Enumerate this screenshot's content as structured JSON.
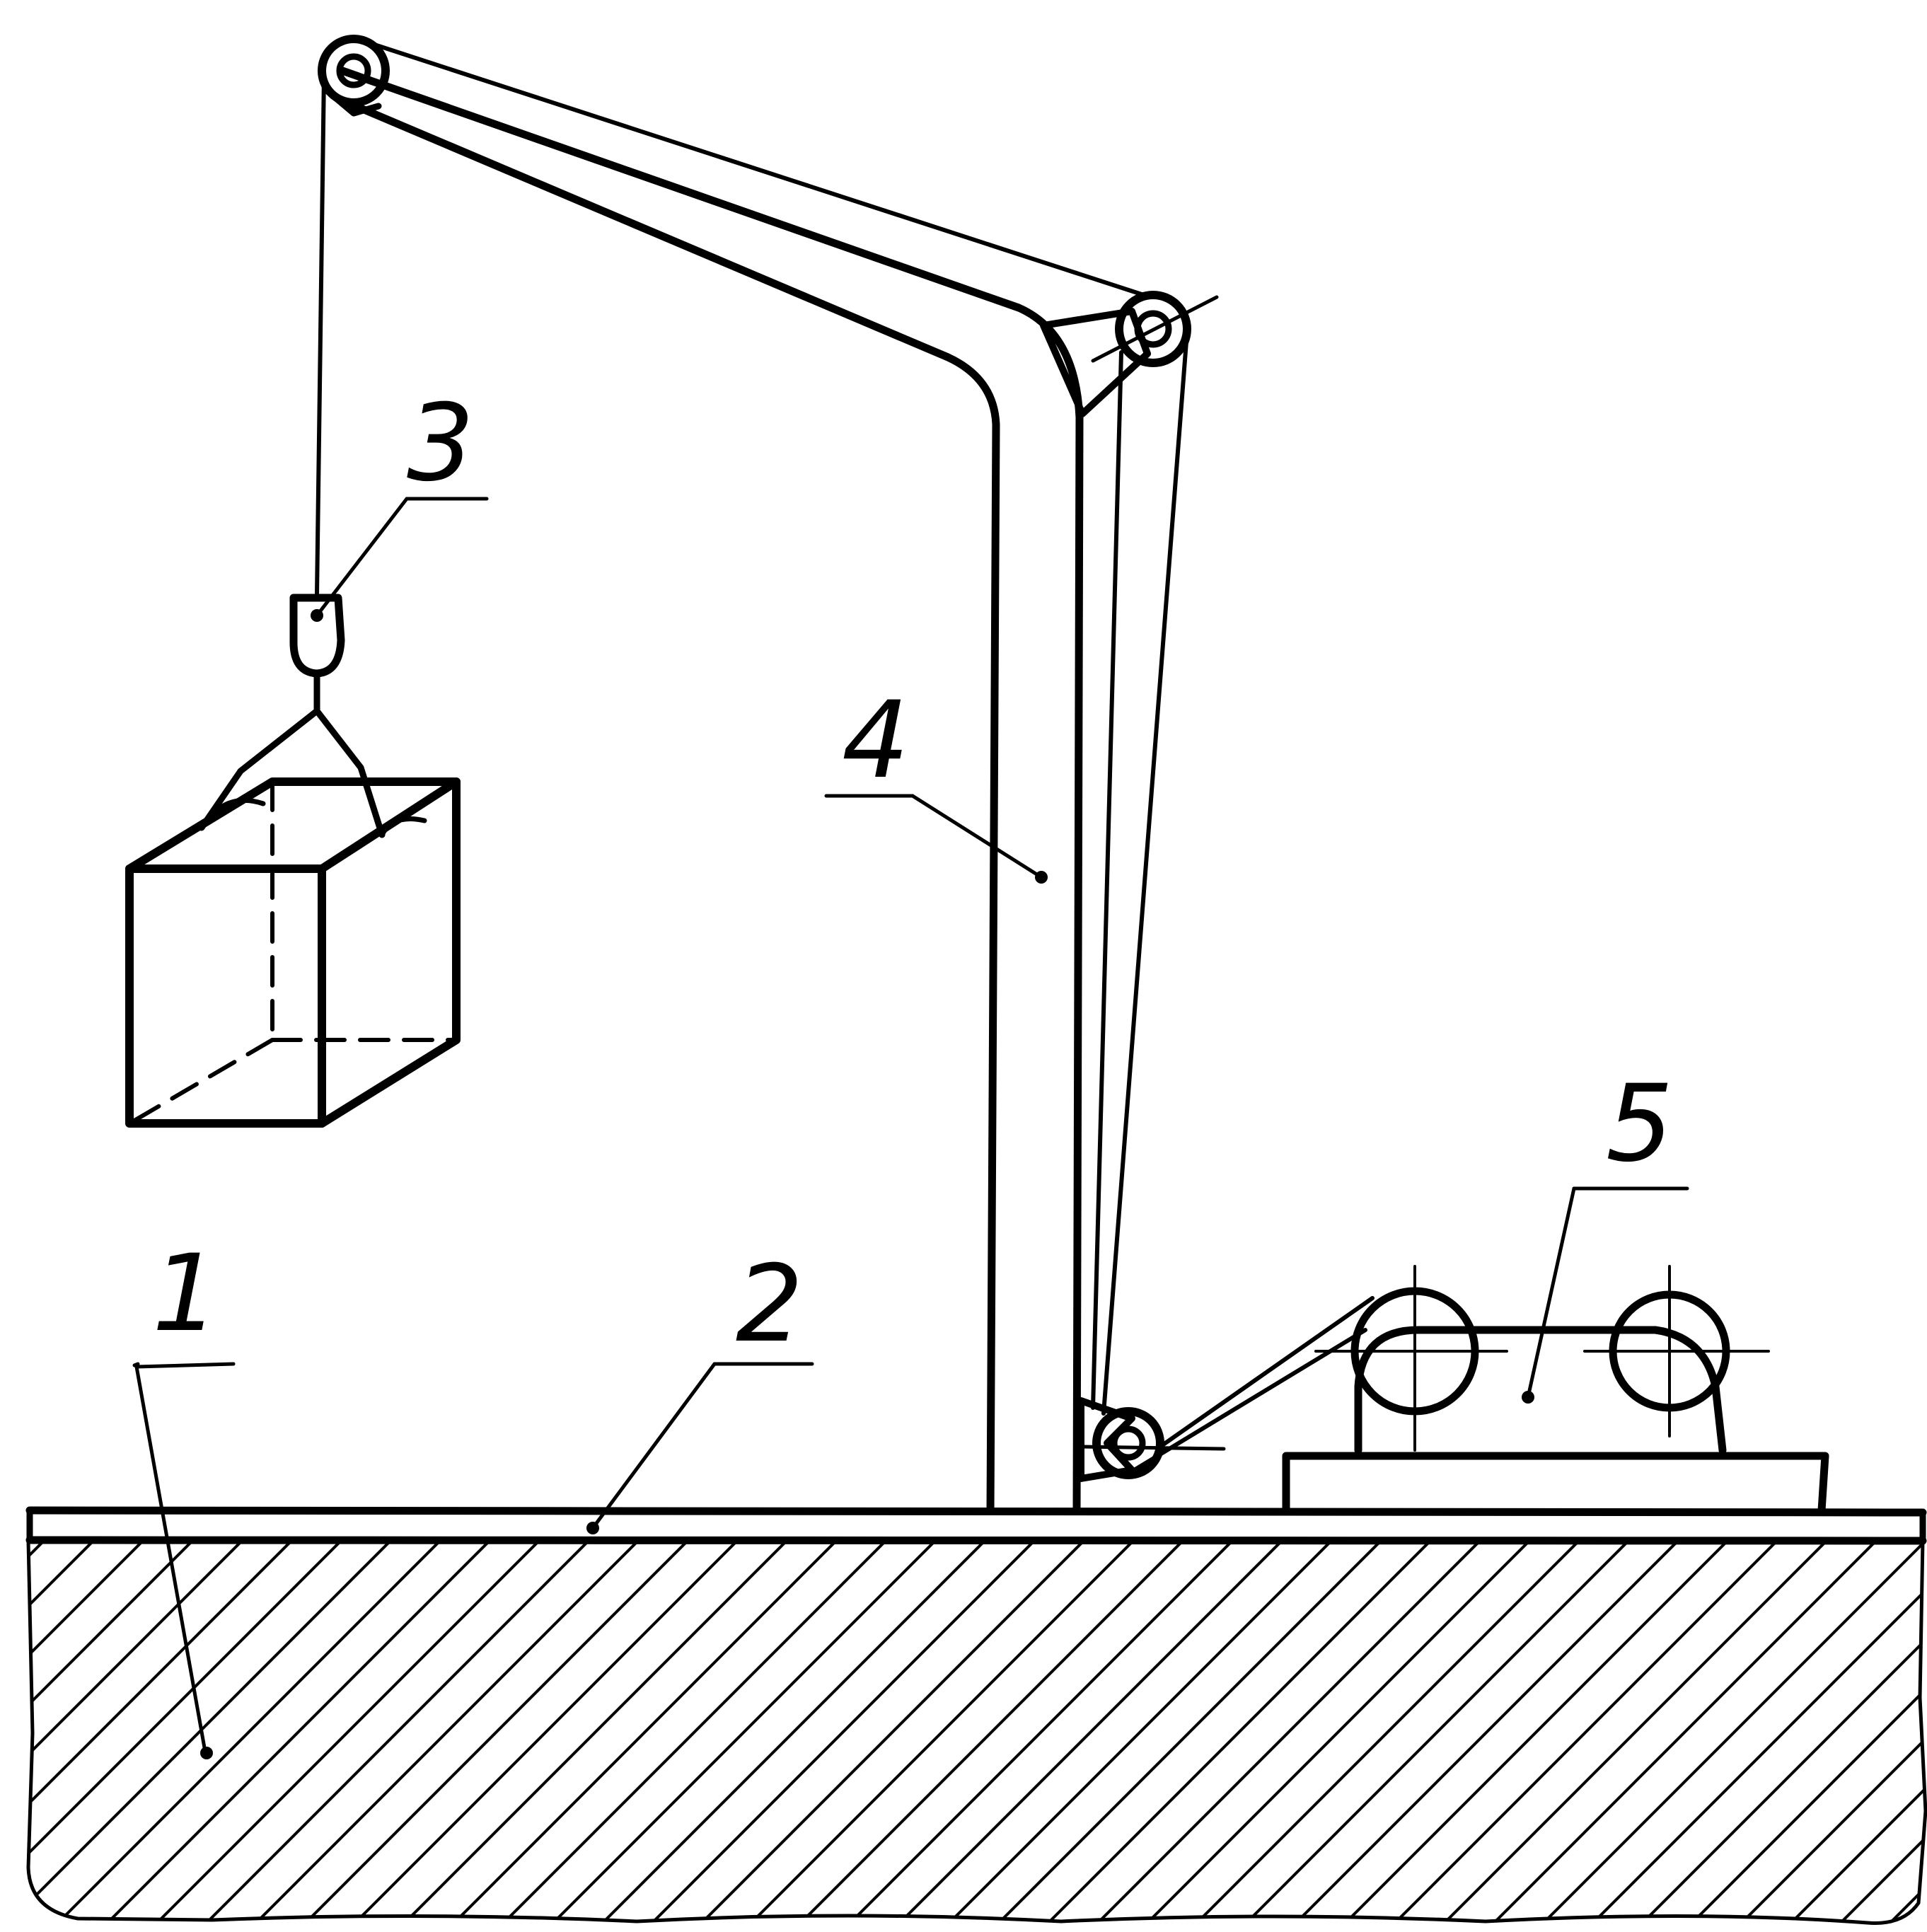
{
  "diagram": {
    "callouts": [
      {
        "id": "1",
        "label": "1",
        "part": "ground"
      },
      {
        "id": "2",
        "label": "2",
        "part": "base-rail"
      },
      {
        "id": "3",
        "label": "3",
        "part": "hook"
      },
      {
        "id": "4",
        "label": "4",
        "part": "mast"
      },
      {
        "id": "5",
        "label": "5",
        "part": "winch"
      }
    ],
    "colors": {
      "ink": "#000000",
      "background": "#ffffff"
    }
  }
}
